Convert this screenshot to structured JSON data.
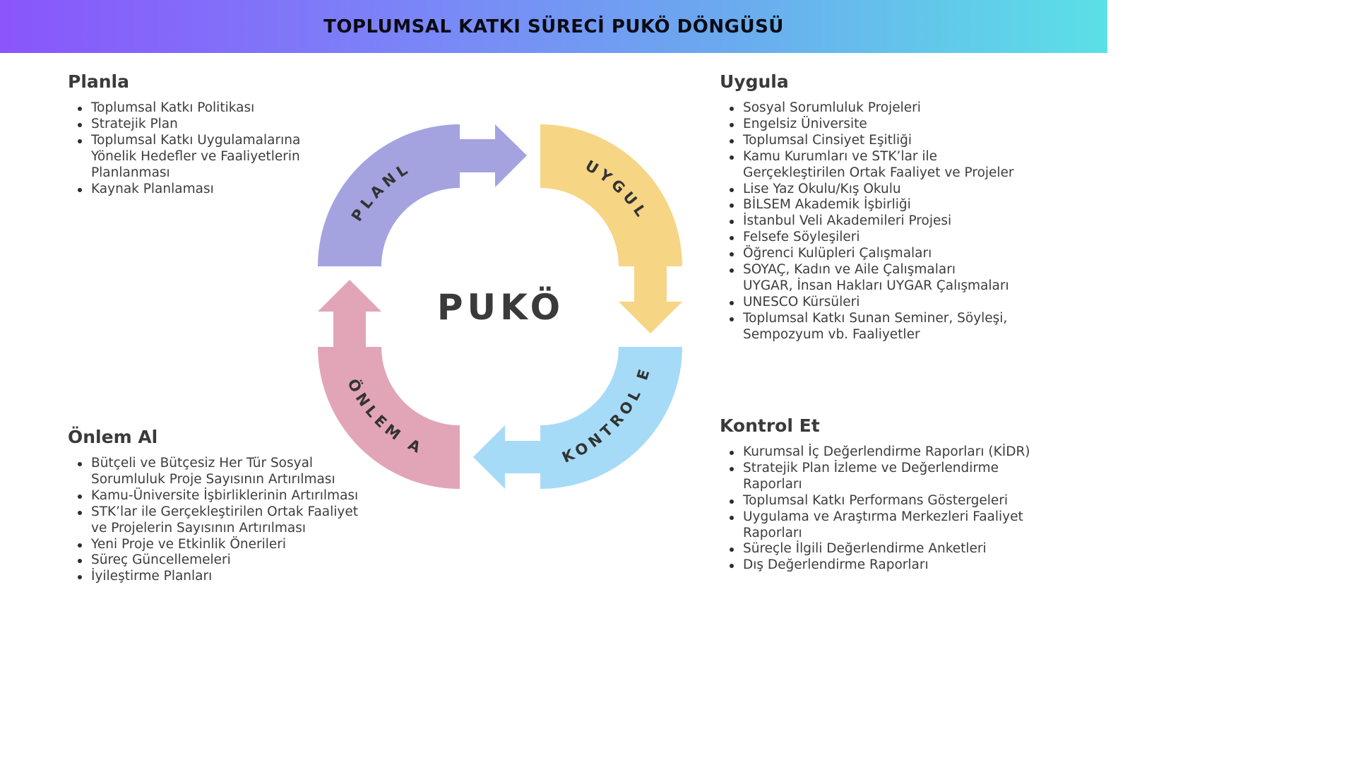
{
  "header": {
    "title": "TOPLUMSAL KATKI SÜRECİ PUKÖ DÖNGÜSÜ",
    "gradient": [
      "#8a55fb",
      "#5be0e6"
    ]
  },
  "cycle": {
    "center": "PUKÖ",
    "stages": [
      {
        "key": "planla",
        "label": "PLANLA",
        "color": "#a4a3e0"
      },
      {
        "key": "uygula",
        "label": "UYGULA",
        "color": "#f6d585"
      },
      {
        "key": "kontrol",
        "label": "KONTROL ET",
        "color": "#a6dbf7"
      },
      {
        "key": "onlem",
        "label": "ÖNLEM AL",
        "color": "#e2a5b8"
      }
    ]
  },
  "sections": {
    "planla": {
      "title": "Planla",
      "items": [
        "Toplumsal Katkı Politikası",
        "Stratejik Plan",
        "Toplumsal Katkı Uygulamalarına\nYönelik Hedefler ve Faaliyetlerin\nPlanlanması",
        "Kaynak Planlaması"
      ]
    },
    "uygula": {
      "title": "Uygula",
      "items": [
        "Sosyal Sorumluluk Projeleri",
        "Engelsiz Üniversite",
        "Toplumsal Cinsiyet Eşitliği",
        "Kamu Kurumları ve STK’lar ile\nGerçekleştirilen Ortak Faaliyet ve Projeler",
        "Lise Yaz Okulu/Kış Okulu",
        "BİLSEM Akademik İşbirliği",
        "İstanbul Veli Akademileri Projesi",
        "Felsefe Söyleşileri",
        "Öğrenci Kulüpleri Çalışmaları",
        "SOYAÇ, Kadın ve Aile Çalışmaları\nUYGAR, İnsan Hakları UYGAR Çalışmaları",
        "UNESCO Kürsüleri",
        "Toplumsal Katkı Sunan Seminer, Söyleşi,\nSempozyum vb. Faaliyetler"
      ]
    },
    "kontrol": {
      "title": "Kontrol Et",
      "items": [
        "Kurumsal İç Değerlendirme Raporları (KİDR)",
        "Stratejik Plan İzleme ve Değerlendirme\nRaporları",
        "Toplumsal Katkı Performans Göstergeleri",
        "Uygulama ve Araştırma Merkezleri Faaliyet\nRaporları",
        "Süreçle İlgili Değerlendirme Anketleri",
        "Dış Değerlendirme Raporları"
      ]
    },
    "onlem": {
      "title": "Önlem Al",
      "items": [
        "Bütçeli ve Bütçesiz Her Tür Sosyal\nSorumluluk Proje Sayısının Artırılması",
        "Kamu-Üniversite İşbirliklerinin Artırılması",
        "STK’lar ile Gerçekleştirilen Ortak Faaliyet\nve Projelerin Sayısının Artırılması",
        "Yeni Proje ve Etkinlik Önerileri",
        "Süreç Güncellemeleri",
        "İyileştirme Planları"
      ]
    }
  }
}
